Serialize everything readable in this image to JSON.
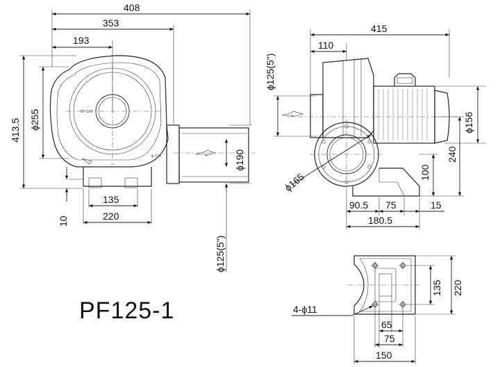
{
  "title": "PF125-1",
  "front_view": {
    "dims": {
      "overall_width": "408",
      "outlet_width": "353",
      "center_offset": "193",
      "overall_height": "413.5",
      "housing_dia": "ϕ255",
      "outlet_flange": "ϕ190",
      "base_hole_span": "135",
      "base_width": "220",
      "base_thickness": "10",
      "outlet_pipe": "ϕ125(5\")"
    },
    "small_labels": {
      "housing_mark": "EF-125",
      "outlet_mark": "ϕ-125"
    }
  },
  "side_view": {
    "dims": {
      "overall_length": "415",
      "inlet_length": "110",
      "inlet_pipe": "ϕ125(5\")",
      "motor_dia": "ϕ156",
      "inlet_flange": "ϕ165",
      "center_height": "240",
      "base_height": "100",
      "base_offset_a": "90.5",
      "base_offset_b": "75",
      "base_offset_c": "15",
      "base_length": "180.5"
    }
  },
  "base_view": {
    "dims": {
      "holes": "4-ϕ11",
      "hole_span_w": "135",
      "base_w": "220",
      "slot_65": "65",
      "slot_75": "75",
      "base_depth": "150"
    }
  }
}
